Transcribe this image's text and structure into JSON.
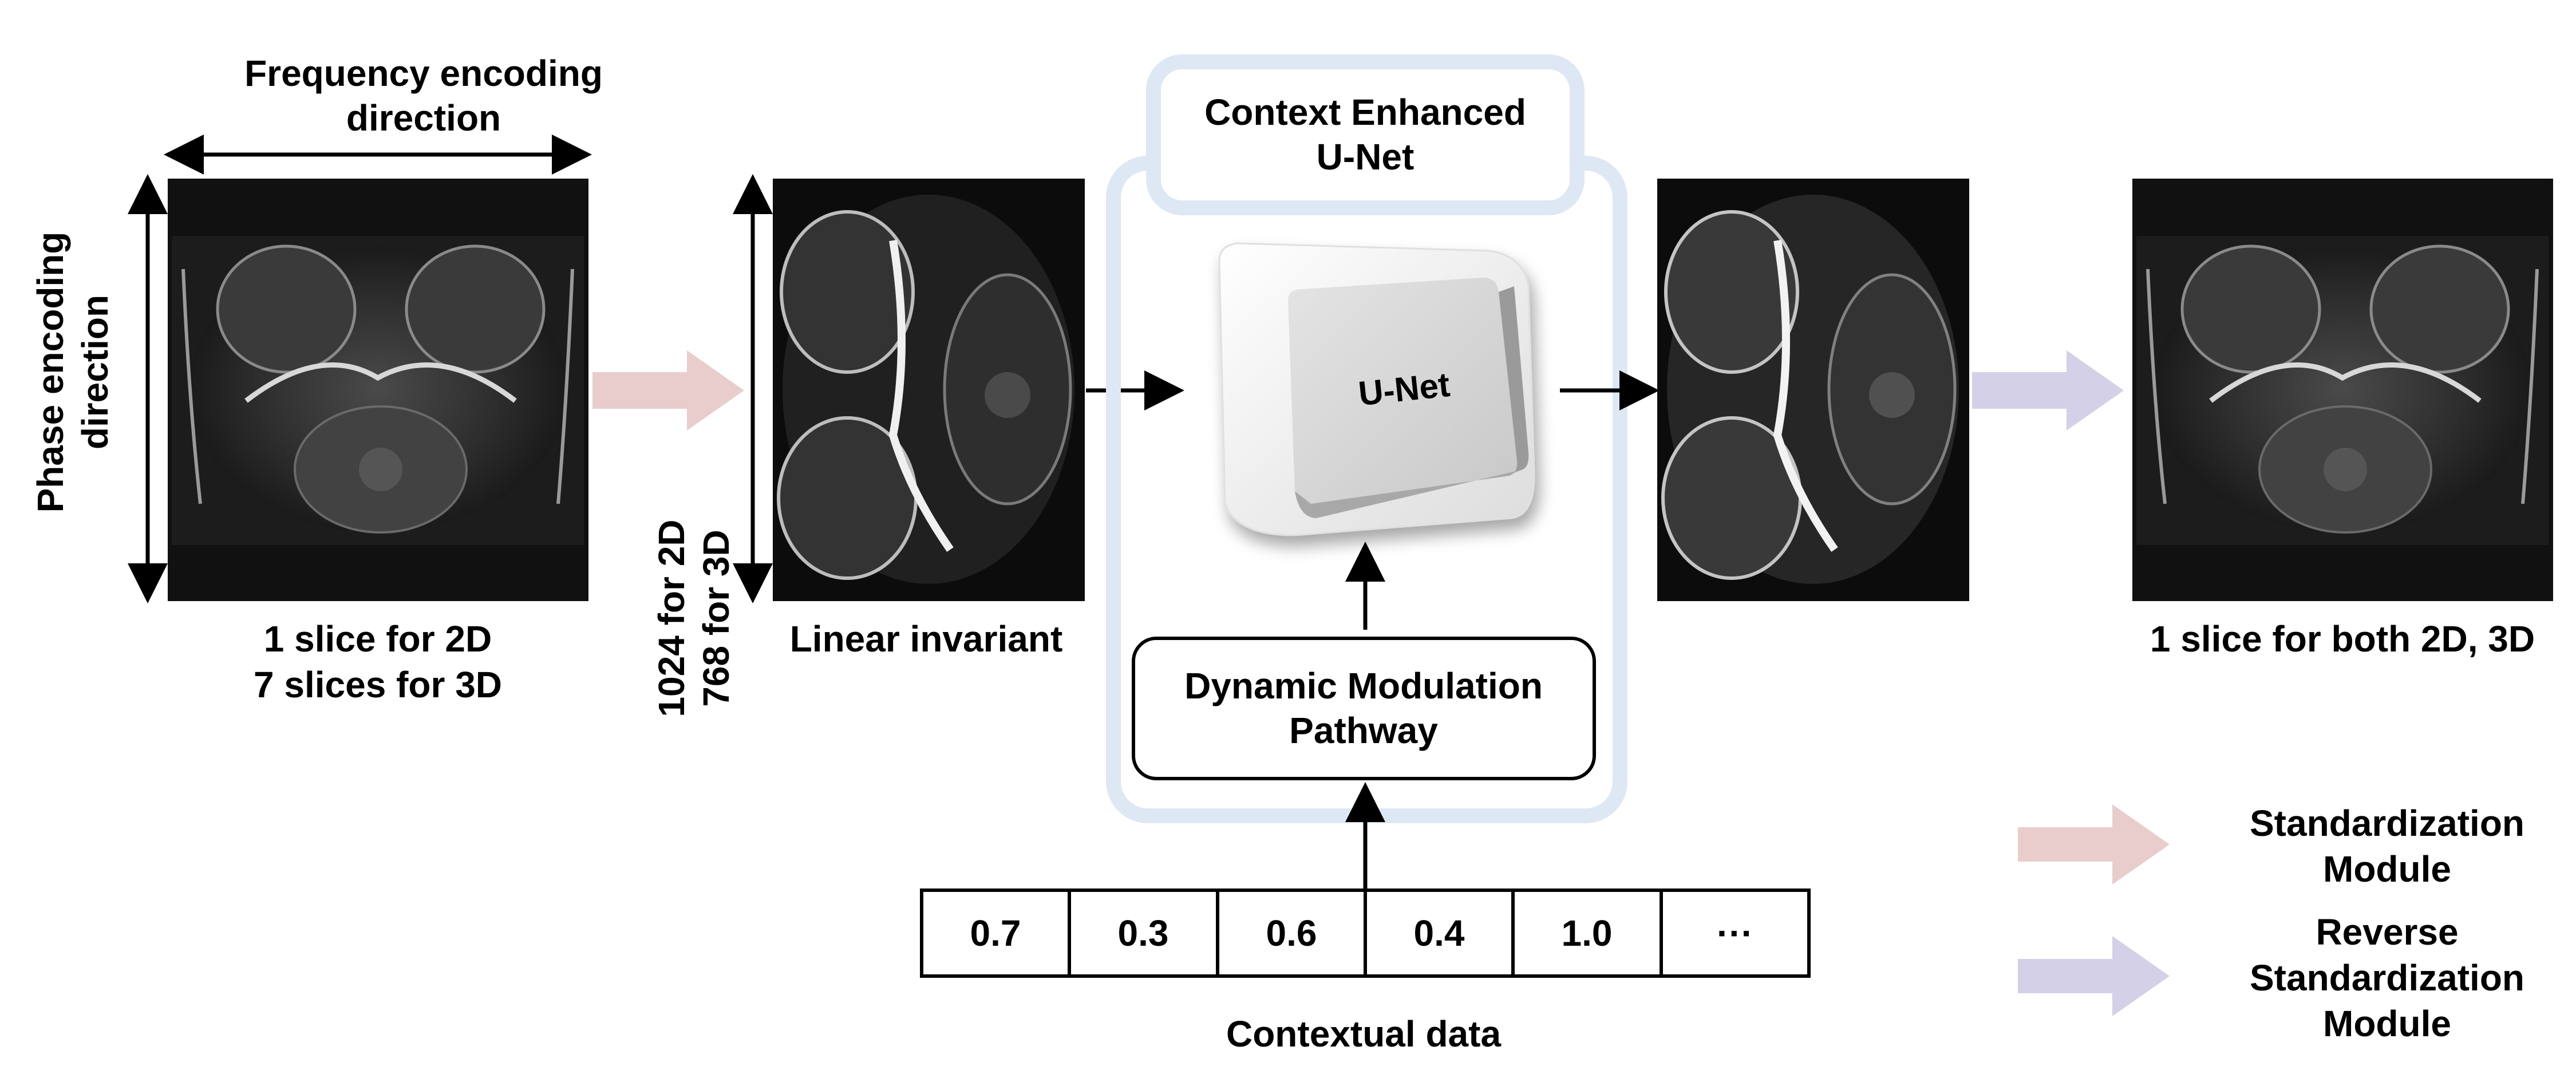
{
  "input_panel": {
    "freq_label_line1": "Frequency encoding",
    "freq_label_line2": "direction",
    "phase_label_line1": "Phase encoding",
    "phase_label_line2": "direction",
    "caption_line1": "1 slice for 2D",
    "caption_line2": "7 slices for 3D"
  },
  "standardized_panel": {
    "size_label_line1": "1024 for 2D",
    "size_label_line2": "768 for 3D",
    "caption": "Linear invariant"
  },
  "model": {
    "title_line1": "Context Enhanced",
    "title_line2": "U-Net",
    "unet_label": "U-Net",
    "dmp_line1": "Dynamic Modulation",
    "dmp_line2": "Pathway"
  },
  "contextual": {
    "values": [
      "0.7",
      "0.3",
      "0.6",
      "0.4",
      "1.0",
      "···"
    ],
    "caption": "Contextual data"
  },
  "output_panel": {
    "caption": "1 slice for both 2D, 3D"
  },
  "legend": {
    "standardization_line1": "Standardization",
    "standardization_line2": "Module",
    "reverse_line1": "Reverse",
    "reverse_line2": "Standardization",
    "reverse_line3": "Module"
  },
  "colors": {
    "standardization_arrow": "#e9cdcd",
    "reverse_arrow": "#d3d0e8",
    "context_frame": "#dde8f4",
    "scan_background": "#111111"
  }
}
